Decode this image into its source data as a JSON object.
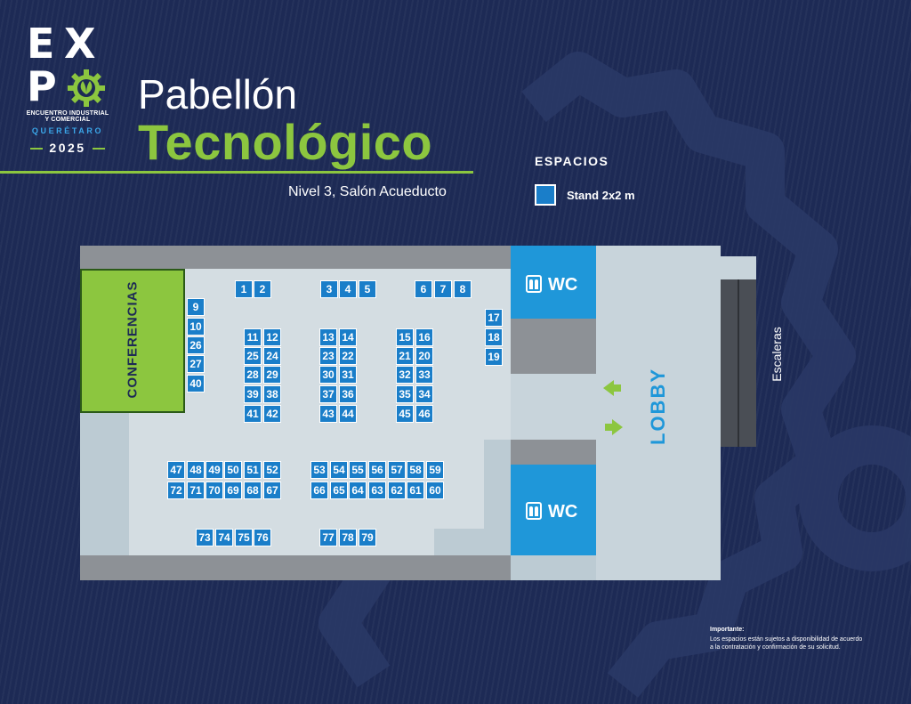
{
  "logo": {
    "row1": [
      "E",
      "X"
    ],
    "row2": [
      "P"
    ],
    "tagline": "ENCUENTRO INDUSTRIAL Y COMERCIAL",
    "city": "QUERÉTARO",
    "year": "2025",
    "gear_icon": "gear-leaf-icon"
  },
  "title": {
    "line1": "Pabellón",
    "line2": "Tecnológico",
    "location": "Nivel 3, Salón Acueducto"
  },
  "legend": {
    "title": "ESPACIOS",
    "items": [
      {
        "label": "Stand 2x2 m",
        "color": "#1a7ec9"
      }
    ]
  },
  "map": {
    "conferences_label": "CONFERENCIAS",
    "lobby_label": "LOBBY",
    "stairs_label": "Escaleras",
    "wc_label": "WC",
    "wc_icon": "restroom-icon",
    "arrow_icons": [
      "arrow-left-icon",
      "arrow-right-icon"
    ],
    "colors": {
      "stand": "#1a7ec9",
      "conferences": "#8cc63f",
      "wc": "#1f97d9",
      "accent": "#8cc63f",
      "background": "#1d2a55"
    },
    "stands": [
      "1",
      "2",
      "3",
      "4",
      "5",
      "6",
      "7",
      "8",
      "9",
      "10",
      "26",
      "27",
      "40",
      "17",
      "18",
      "19",
      "11",
      "12",
      "25",
      "24",
      "28",
      "29",
      "39",
      "38",
      "41",
      "42",
      "13",
      "14",
      "23",
      "22",
      "30",
      "31",
      "37",
      "36",
      "43",
      "44",
      "15",
      "16",
      "21",
      "20",
      "32",
      "33",
      "35",
      "34",
      "45",
      "46",
      "47",
      "48",
      "49",
      "50",
      "51",
      "52",
      "72",
      "71",
      "70",
      "69",
      "68",
      "67",
      "53",
      "54",
      "55",
      "56",
      "57",
      "58",
      "59",
      "66",
      "65",
      "64",
      "63",
      "62",
      "61",
      "60",
      "73",
      "74",
      "75",
      "76",
      "77",
      "78",
      "79"
    ]
  },
  "note": {
    "title": "Importante:",
    "text": "Los espacios están sujetos a disponibilidad de acuerdo a la contratación y confirmación de su solicitud."
  }
}
